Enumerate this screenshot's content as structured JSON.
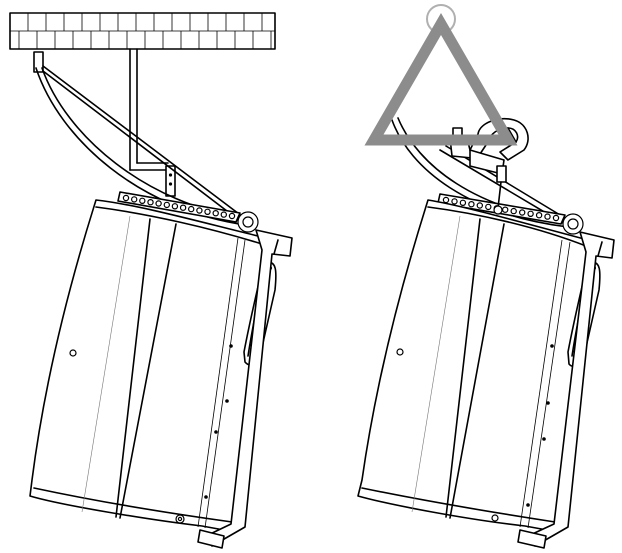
{
  "figure": {
    "left_panel": {
      "elements": [
        "ceiling-beam",
        "beam-bracket",
        "vertical-rod",
        "safety-cable",
        "rigging-bar",
        "speaker-cabinet",
        "side-handle",
        "rear-frame"
      ]
    },
    "right_panel": {
      "elements": [
        "triangle-warning-icon",
        "clamp",
        "safety-cable",
        "rigging-bar",
        "speaker-cabinet",
        "side-handle",
        "rear-frame"
      ]
    },
    "colors": {
      "line": "#000000",
      "warning_triangle": "#8c8c8c",
      "background": "#ffffff"
    }
  }
}
